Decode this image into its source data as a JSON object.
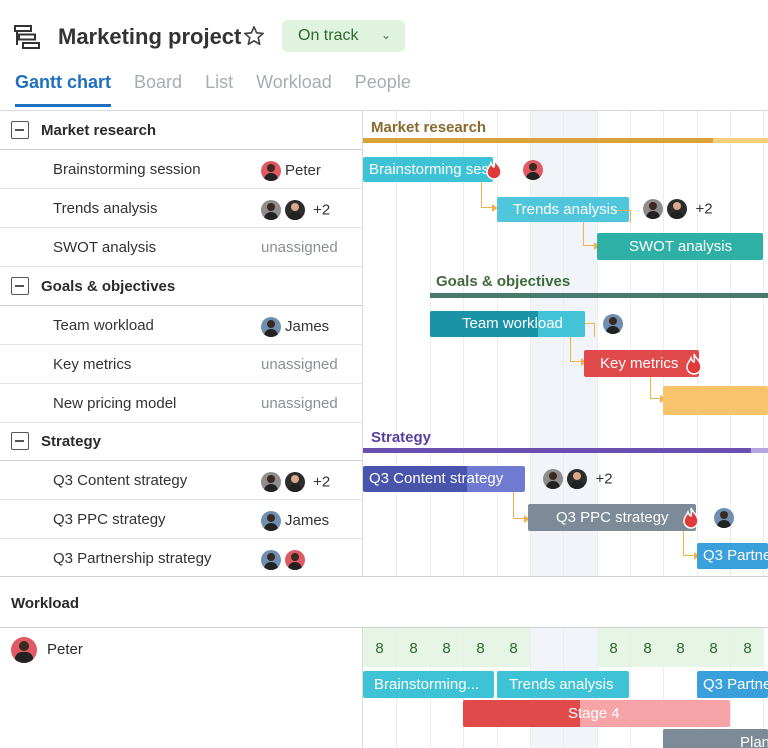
{
  "header": {
    "title": "Marketing project",
    "status": "On track",
    "tabs": [
      {
        "label": "Gantt chart",
        "active": true
      },
      {
        "label": "Board"
      },
      {
        "label": "List"
      },
      {
        "label": "Workload"
      },
      {
        "label": "People"
      }
    ]
  },
  "groups": [
    {
      "name": "Market research",
      "color": "#d9a33a",
      "label_color": "#8a6a2c",
      "tasks": [
        {
          "name": "Brainstorming session",
          "assignee": "Peter",
          "bar_label": "Brainstorming ses"
        },
        {
          "name": "Trends analysis",
          "assignee_extra": "+2",
          "bar_label": "Trends analysis"
        },
        {
          "name": "SWOT analysis",
          "assignee": "unassigned",
          "bar_label": "SWOT analysis"
        }
      ]
    },
    {
      "name": "Goals & objectives",
      "color": "#4a7a6e",
      "label_color": "#3f6b3a",
      "tasks": [
        {
          "name": "Team workload",
          "assignee": "James",
          "bar_label": "Team workload"
        },
        {
          "name": "Key metrics",
          "assignee": "unassigned",
          "bar_label": "Key metrics"
        },
        {
          "name": "New pricing model",
          "assignee": "unassigned"
        }
      ]
    },
    {
      "name": "Strategy",
      "color": "#6b4fb0",
      "label_color": "#5b3fa0",
      "tasks": [
        {
          "name": "Q3 Content strategy",
          "assignee_extra": "+2",
          "bar_label": "Q3 Content strategy"
        },
        {
          "name": "Q3 PPC strategy",
          "assignee": "James",
          "bar_label": "Q3 PPC strategy"
        },
        {
          "name": "Q3 Partnership strategy",
          "bar_label": "Q3 Partne"
        }
      ]
    }
  ],
  "workload": {
    "title": "Workload",
    "person": "Peter",
    "hours": [
      "8",
      "8",
      "8",
      "8",
      "8",
      "",
      "",
      "8",
      "8",
      "8",
      "8",
      "8"
    ],
    "bars": {
      "b1": "Brainstorming...",
      "b2": "Trends analysis",
      "b3": "Q3 Partne",
      "b4": "Stage 4",
      "b5": "Plan"
    }
  },
  "colors": {
    "accent": "#1f6fbf",
    "teal": "#3ec3d6",
    "red": "#e04a4a",
    "slate": "#7d8b98",
    "indigo": "#5563b5",
    "orange": "#f7c46b"
  }
}
